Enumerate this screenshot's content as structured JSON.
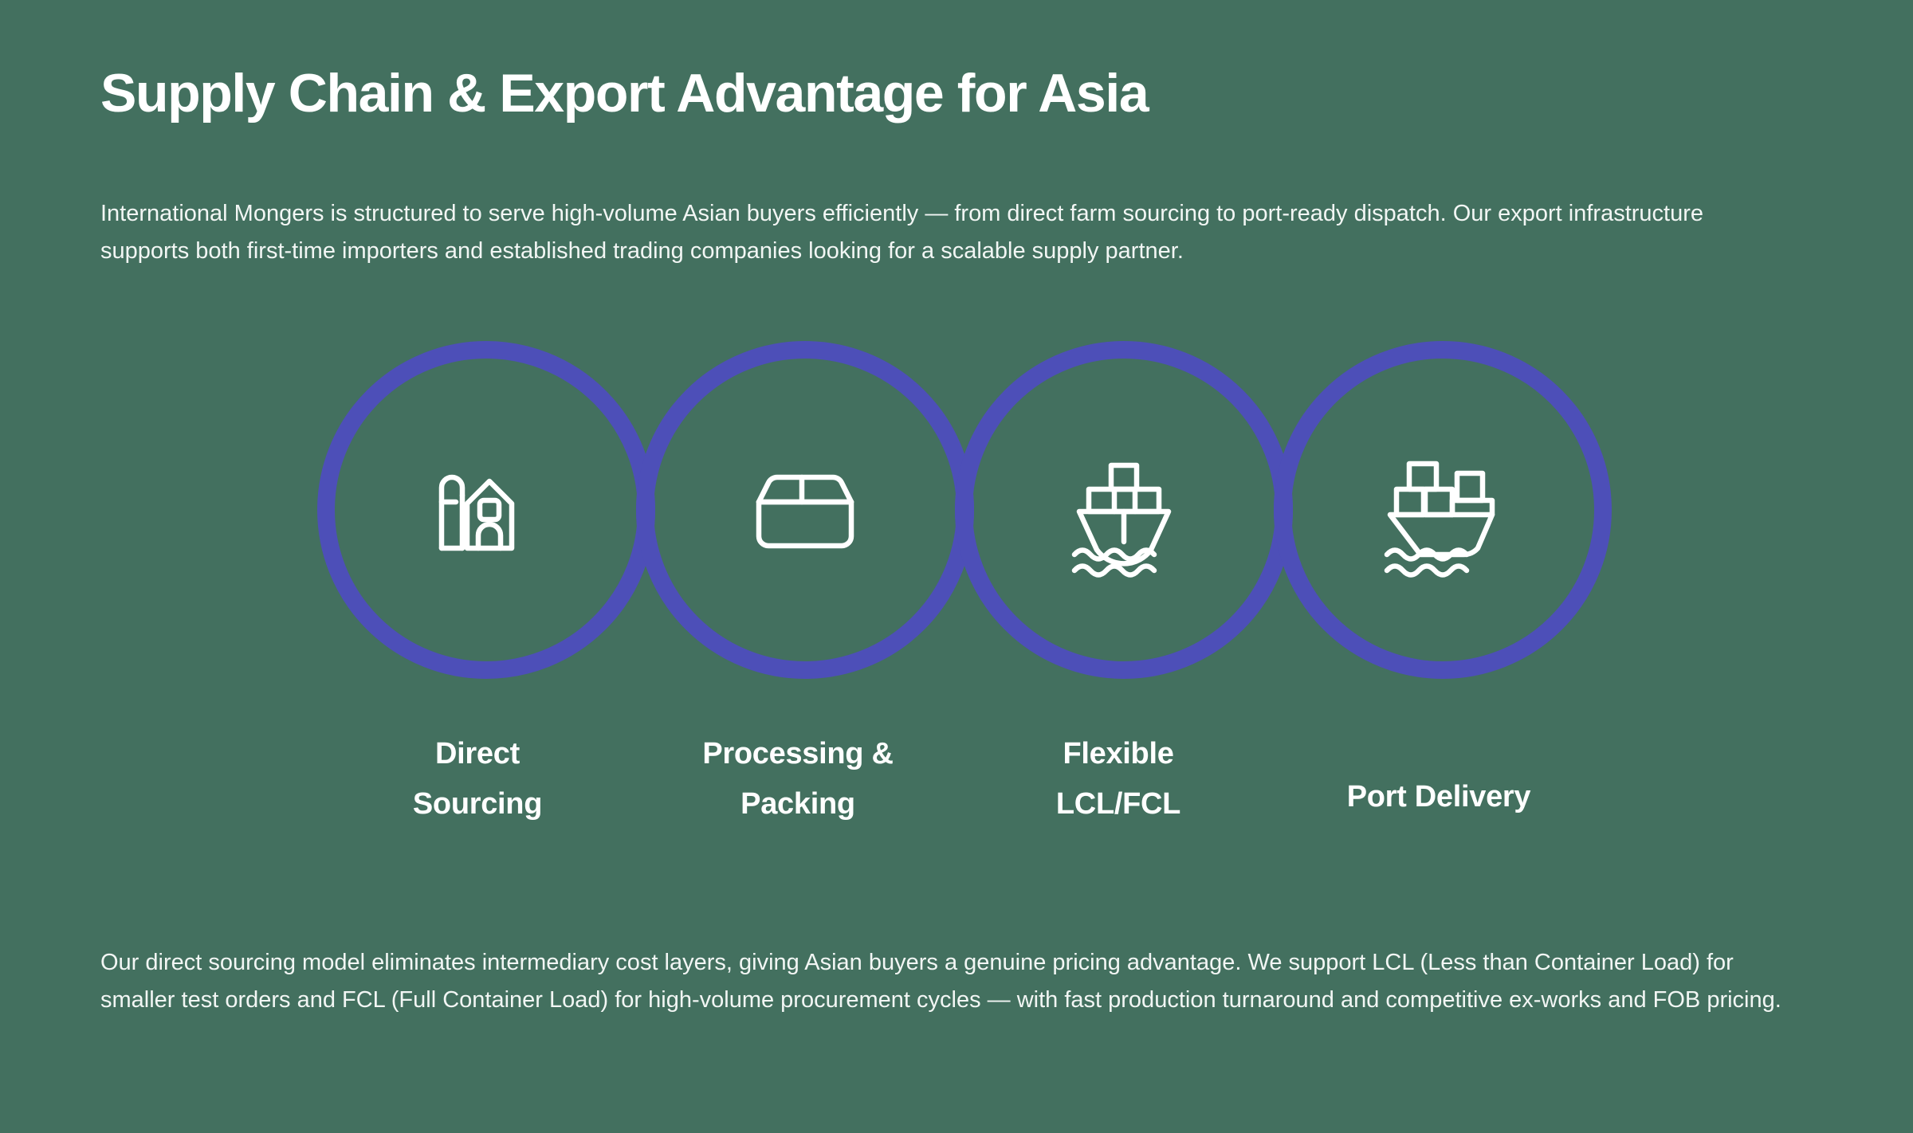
{
  "theme": {
    "background_color": "#43705f",
    "ring_color": "#4d4fb8",
    "text_color": "#ffffff"
  },
  "header": {
    "title": "Supply Chain & Export Advantage for Asia"
  },
  "intro": {
    "paragraph": "International Mongers is structured to serve high-volume Asian buyers efficiently — from direct farm sourcing to port-ready dispatch. Our export infrastructure supports both first-time importers and established trading companies looking for a scalable supply partner."
  },
  "flow": {
    "steps": [
      {
        "icon": "farm-barn-icon",
        "label_line1": "Direct",
        "label_line2": "Sourcing",
        "single_line": false
      },
      {
        "icon": "package-box-icon",
        "label_line1": "Processing &",
        "label_line2": "Packing",
        "single_line": false
      },
      {
        "icon": "container-ship-front-icon",
        "label_line1": "Flexible",
        "label_line2": "LCL/FCL",
        "single_line": false
      },
      {
        "icon": "cargo-ship-side-icon",
        "label_line1": "Port Delivery",
        "label_line2": "",
        "single_line": true
      }
    ]
  },
  "outro": {
    "paragraph": "Our direct sourcing model eliminates intermediary cost layers, giving Asian buyers a genuine pricing advantage. We support LCL (Less than Container Load) for smaller test orders and FCL (Full Container Load) for high-volume procurement cycles — with fast production turnaround and competitive ex-works and FOB pricing."
  }
}
